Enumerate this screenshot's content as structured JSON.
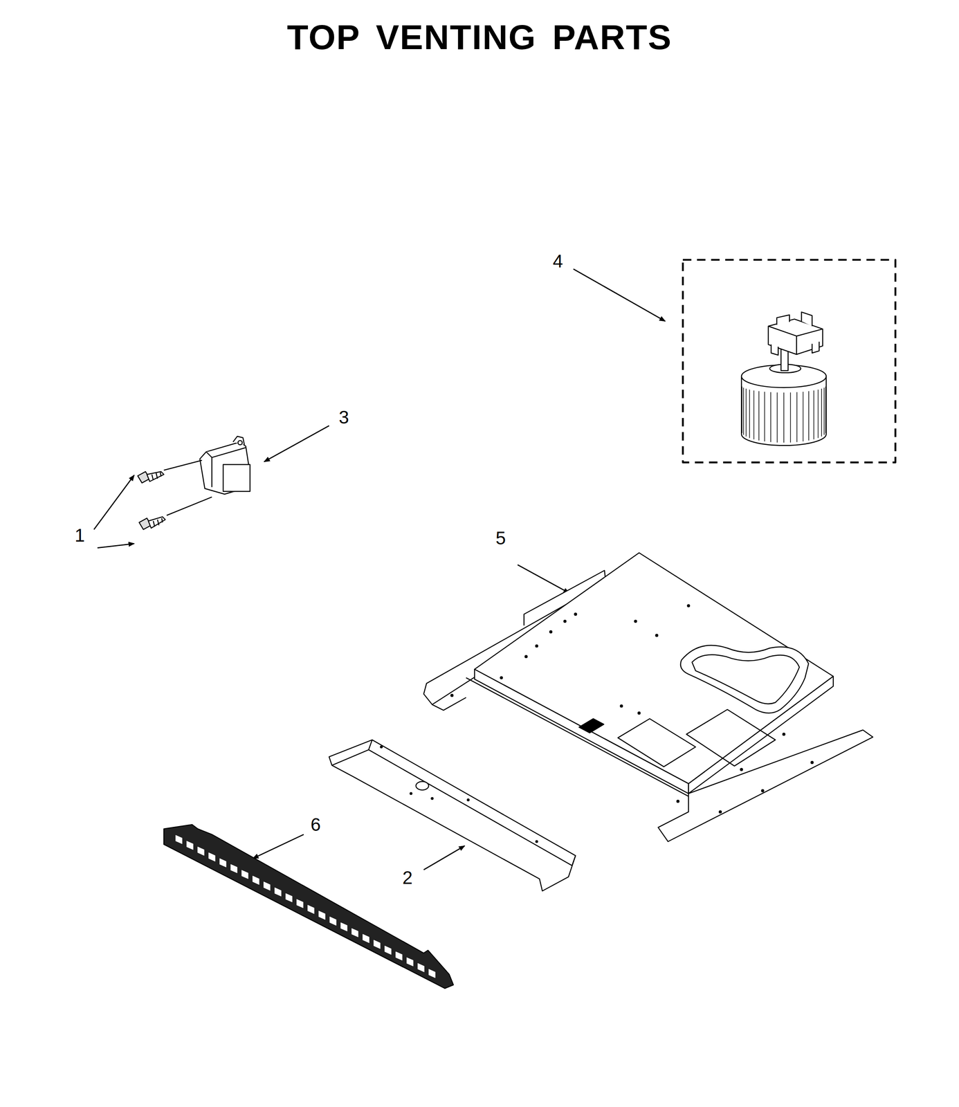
{
  "diagram": {
    "title": "TOP VENTING PARTS",
    "labels": [
      "4",
      "3",
      "1",
      "5",
      "6",
      "2"
    ]
  }
}
